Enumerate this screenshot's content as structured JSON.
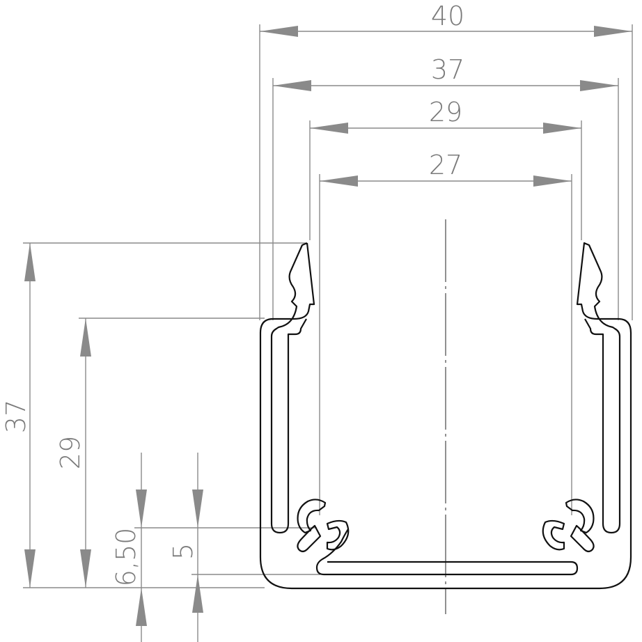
{
  "dimensions": {
    "width_outer": "40",
    "width_wall": "37",
    "width_inner_top": "29",
    "width_inner": "27",
    "height_total": "37",
    "height_channel": "29",
    "height_slot": "6,50",
    "height_slot_small": "5"
  },
  "colors": {
    "dimension": "#8a8a8a",
    "text": "#7a7a7a",
    "profile": "#111111"
  }
}
